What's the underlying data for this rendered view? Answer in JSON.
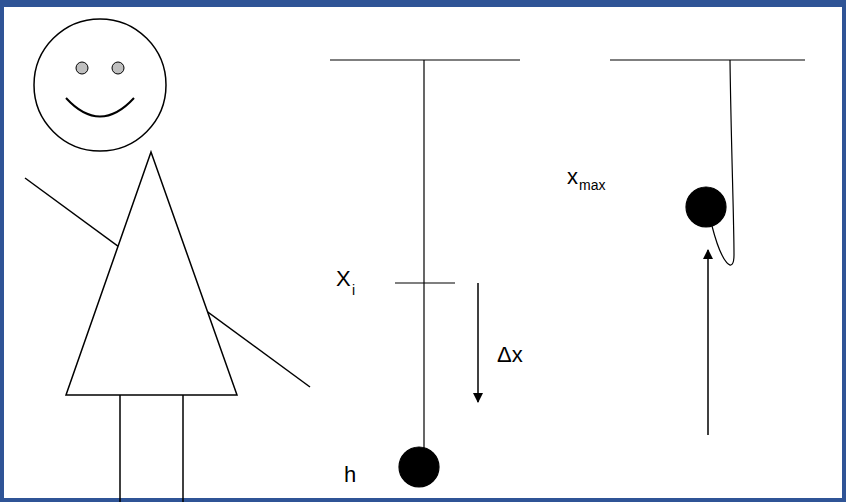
{
  "diagram": {
    "labels": [
      "X",
      "i",
      "Δx",
      "h",
      "x",
      "max"
    ]
  }
}
